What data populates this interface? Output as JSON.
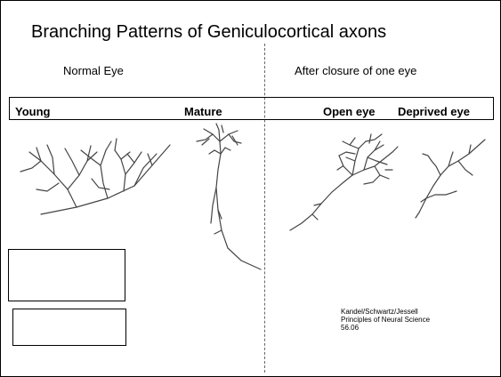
{
  "title": "Branching Patterns of Geniculocortical axons",
  "subtitles": {
    "normal": "Normal Eye",
    "closure": "After closure of one eye"
  },
  "labels": {
    "young": "Young",
    "mature": "Mature",
    "open": "Open eye",
    "deprived": "Deprived eye"
  },
  "citation": {
    "line1": "Kandel/Schwartz/Jessell",
    "line2": "Principles of Neural Science",
    "line3": "56.06"
  }
}
